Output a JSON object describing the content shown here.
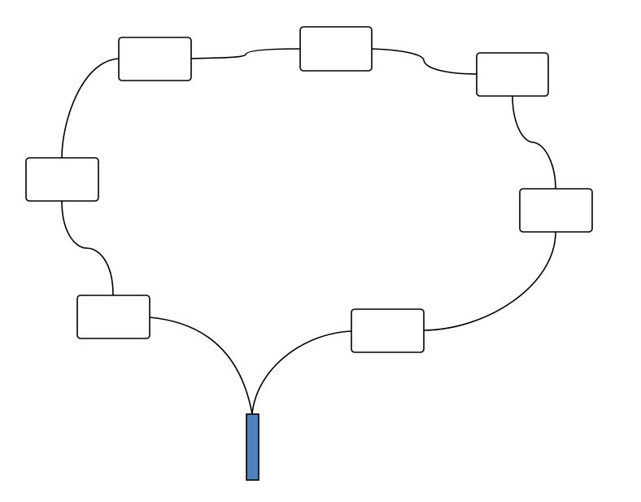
{
  "colors": {
    "background": "#ffffff",
    "line": "#000000",
    "box_fill": "#ffffff",
    "box_stroke": "#000000",
    "root_fill": "#4f81bd",
    "root_stroke": "#000000"
  },
  "root": {
    "label": ""
  },
  "nodes": [
    {
      "id": "n1",
      "label": ""
    },
    {
      "id": "n2",
      "label": ""
    },
    {
      "id": "n3",
      "label": ""
    },
    {
      "id": "n4",
      "label": ""
    },
    {
      "id": "n5",
      "label": ""
    },
    {
      "id": "n6",
      "label": ""
    },
    {
      "id": "n7",
      "label": ""
    },
    {
      "id": "n8",
      "label": ""
    }
  ],
  "edges": [
    {
      "from": "root",
      "to": "n1"
    },
    {
      "from": "n1",
      "to": "n2"
    },
    {
      "from": "n2",
      "to": "n3"
    },
    {
      "from": "n3",
      "to": "n4"
    },
    {
      "from": "n4",
      "to": "n5"
    },
    {
      "from": "n5",
      "to": "n6"
    },
    {
      "from": "n6",
      "to": "n7"
    },
    {
      "from": "n7",
      "to": "n8"
    },
    {
      "from": "n8",
      "to": "root"
    }
  ]
}
